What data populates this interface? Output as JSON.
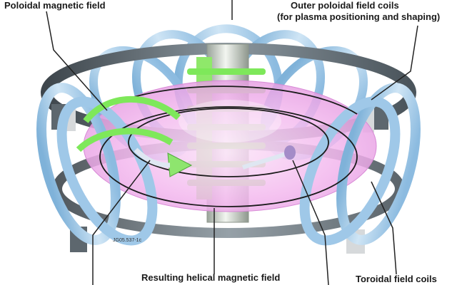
{
  "labels": {
    "poloidal_field": "Poloidal magnetic field",
    "outer_coils_line1": "Outer poloidal field coils",
    "outer_coils_line2": "(for plasma positioning and shaping)",
    "helical_field": "Resulting helical magnetic field",
    "toroidal_coils": "Toroidal field coils",
    "figure_code": "JG05.537-1c"
  },
  "colors": {
    "plasma": "#f3b8ee",
    "coil_light": "#a9cfeb",
    "coil_dark": "#5e6a72",
    "green": "#7ee85a",
    "central_solenoid": "#d9ded7",
    "leader": "#222222"
  },
  "icons": {
    "plasma_torus": "torus-shape",
    "field_arrow": "arrow-icon"
  }
}
